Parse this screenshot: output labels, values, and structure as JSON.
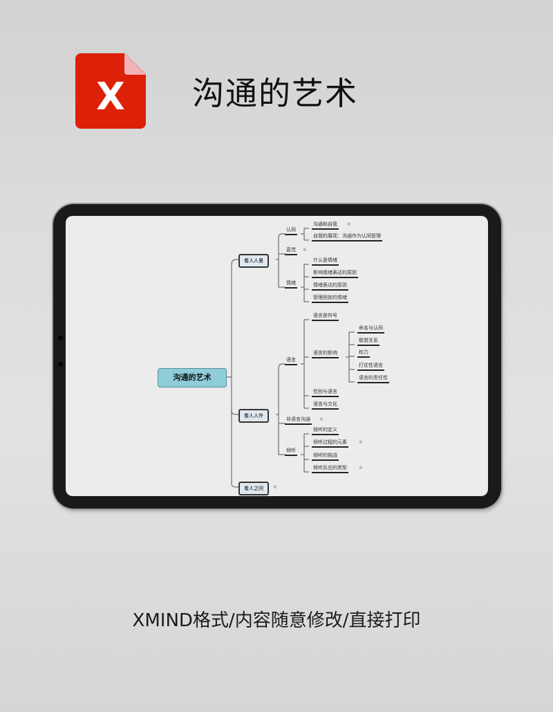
{
  "header": {
    "logo_letter": "X",
    "title": "沟通的艺术"
  },
  "mindmap": {
    "central": "沟通的艺术",
    "branches": [
      {
        "label": "看人人里",
        "children": [
          {
            "label": "认同",
            "children": [
              "沟通和自我",
              "自我的展现：沟通作为认同管理"
            ]
          },
          {
            "label": "直觉",
            "children": []
          },
          {
            "label": "情绪",
            "children": [
              "什么是情绪",
              "影响情绪表达的原则",
              "情绪表达的原则",
              "管理困扰的情绪"
            ]
          }
        ]
      },
      {
        "label": "看人人外",
        "children": [
          {
            "label": "语言",
            "children": [
              {
                "label": "语言是符号",
                "children": []
              },
              {
                "label": "语言的影响",
                "children": [
                  "命名与认同",
                  "联盟关系",
                  "权力",
                  "打仗性语言",
                  "语言的责任性"
                ]
              },
              {
                "label": "性别与语言",
                "children": []
              },
              {
                "label": "语言与文化",
                "children": []
              }
            ]
          },
          {
            "label": "非语言沟通",
            "children": []
          },
          {
            "label": "倾听",
            "children": [
              "倾听的定义",
              "倾听过程的元素",
              "倾听的挑战",
              "倾听反应的类型"
            ]
          }
        ]
      },
      {
        "label": "看人之间",
        "children": []
      }
    ]
  },
  "footer": {
    "text": "XMIND格式/内容随意修改/直接打印"
  }
}
